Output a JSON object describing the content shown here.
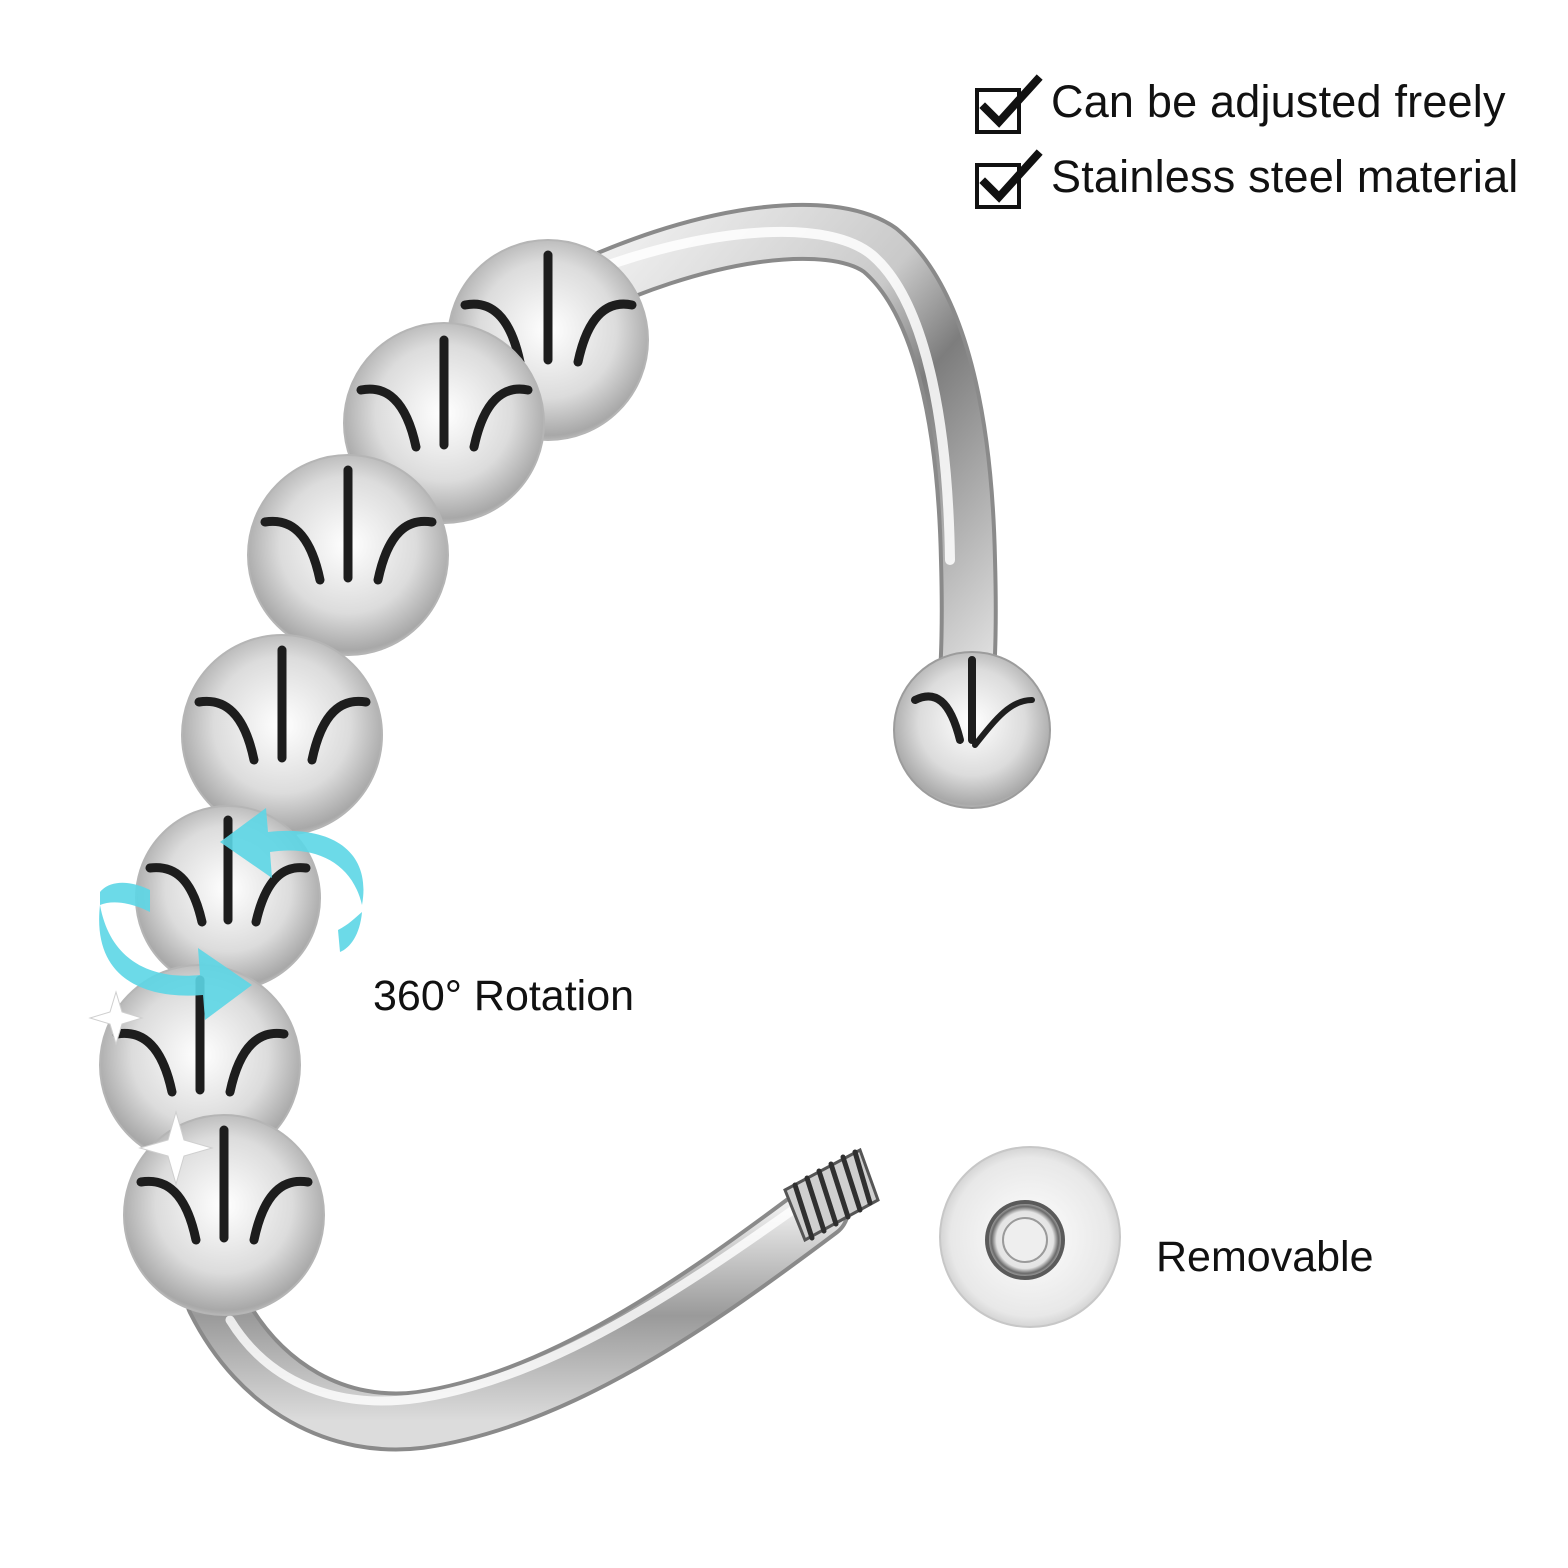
{
  "features": [
    {
      "label": "Can be adjusted freely",
      "icon": "checkbox-checked-icon"
    },
    {
      "label": "Stainless steel material",
      "icon": "checkbox-checked-icon"
    }
  ],
  "callouts": {
    "rotation": "360° Rotation",
    "removable": "Removable"
  },
  "colors": {
    "background": "#ffffff",
    "text": "#111111",
    "rotation_arrow": "#5cd6e6",
    "metal_light": "#f4f4f4",
    "metal_dark": "#3a3a3a"
  },
  "product": {
    "bead_count": 7,
    "icons": [
      "ring-band-icon",
      "bead-icon",
      "end-ball-icon",
      "thread-icon",
      "removable-cap-icon",
      "rotation-arrow-icon"
    ]
  }
}
